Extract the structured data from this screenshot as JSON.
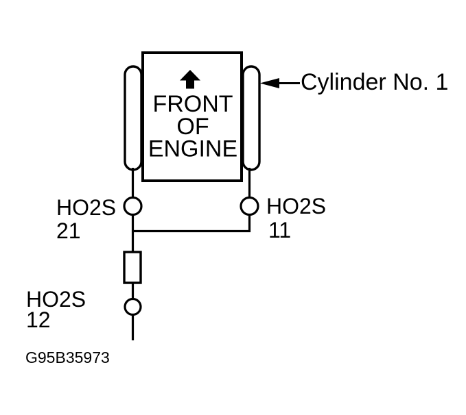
{
  "figure": {
    "engine": {
      "lines": [
        "FRONT",
        "OF",
        "ENGINE"
      ]
    },
    "cylinder_callout": "Cylinder No. 1",
    "sensors": {
      "left_upstream": {
        "name": "HO2S",
        "id": "21"
      },
      "right_upstream": {
        "name": "HO2S",
        "id": "11"
      },
      "downstream": {
        "name": "HO2S",
        "id": "12"
      }
    },
    "figure_id": "G95B35973",
    "colors": {
      "line": "#000000",
      "background": "#ffffff"
    }
  }
}
